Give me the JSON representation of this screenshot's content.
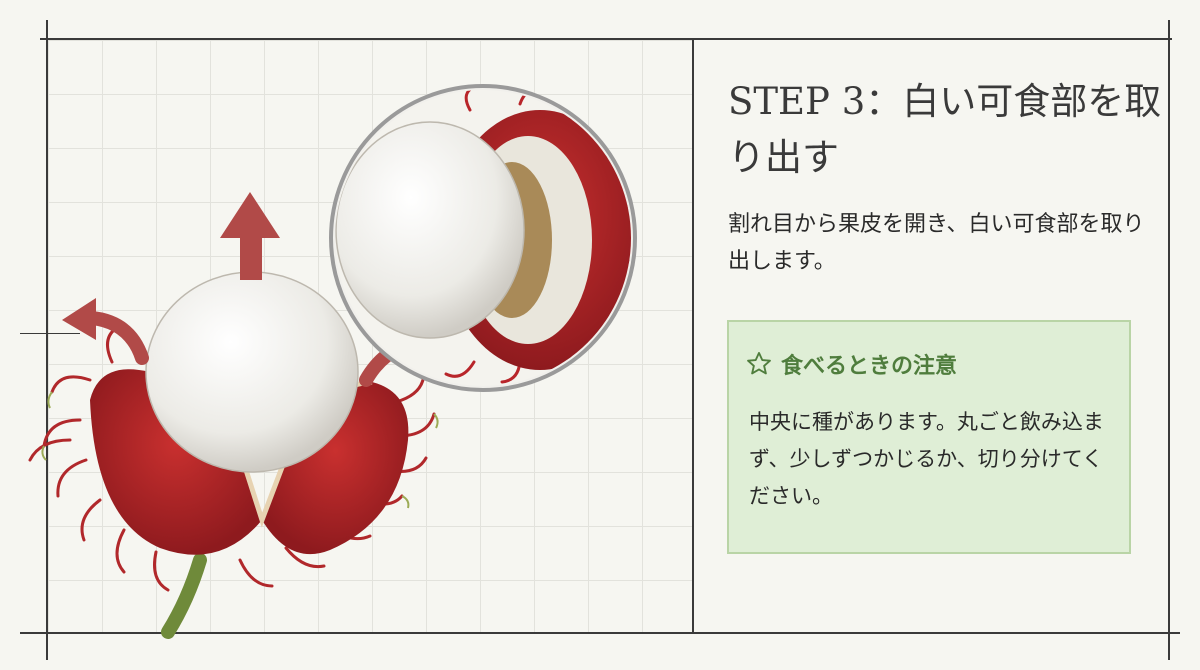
{
  "step": {
    "title": "STEP 3：白い可食部を取り出す",
    "description": "割れ目から果皮を開き、白い可食部を取り出します。"
  },
  "note": {
    "icon": "star-outline-icon",
    "title": "食べるときの注意",
    "body": "中央に種があります。丸ごと飲み込まず、少しずつかじるか、切り分けてください。"
  },
  "colors": {
    "accent_green": "#4f7d3d",
    "note_background": "#dfeed6",
    "arrow_red": "#b14a48",
    "husk_red": "#b8252a"
  }
}
